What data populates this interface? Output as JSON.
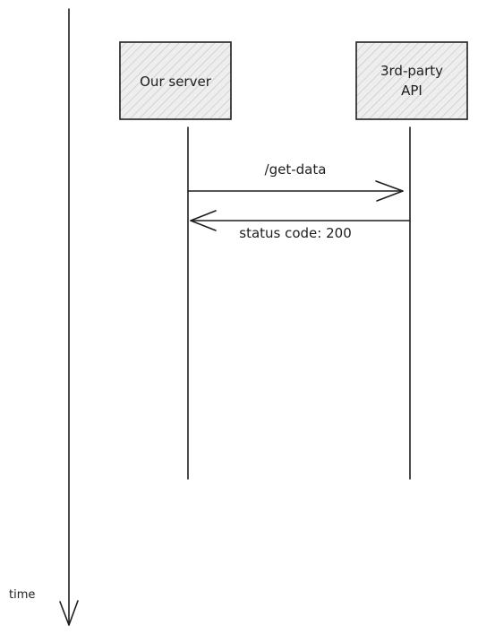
{
  "time_axis": {
    "label": "time"
  },
  "participants": [
    {
      "id": "our-server",
      "lines": [
        "Our server"
      ]
    },
    {
      "id": "third-party-api",
      "lines": [
        "3rd-party",
        "API"
      ]
    }
  ],
  "messages": [
    {
      "from": "our-server",
      "to": "third-party-api",
      "label": "/get-data"
    },
    {
      "from": "third-party-api",
      "to": "our-server",
      "label": "status code: 200"
    }
  ],
  "style": {
    "stroke": "#1e1e1e",
    "box_fill": "#eeeeee",
    "hatch": "#c8c8c8"
  }
}
